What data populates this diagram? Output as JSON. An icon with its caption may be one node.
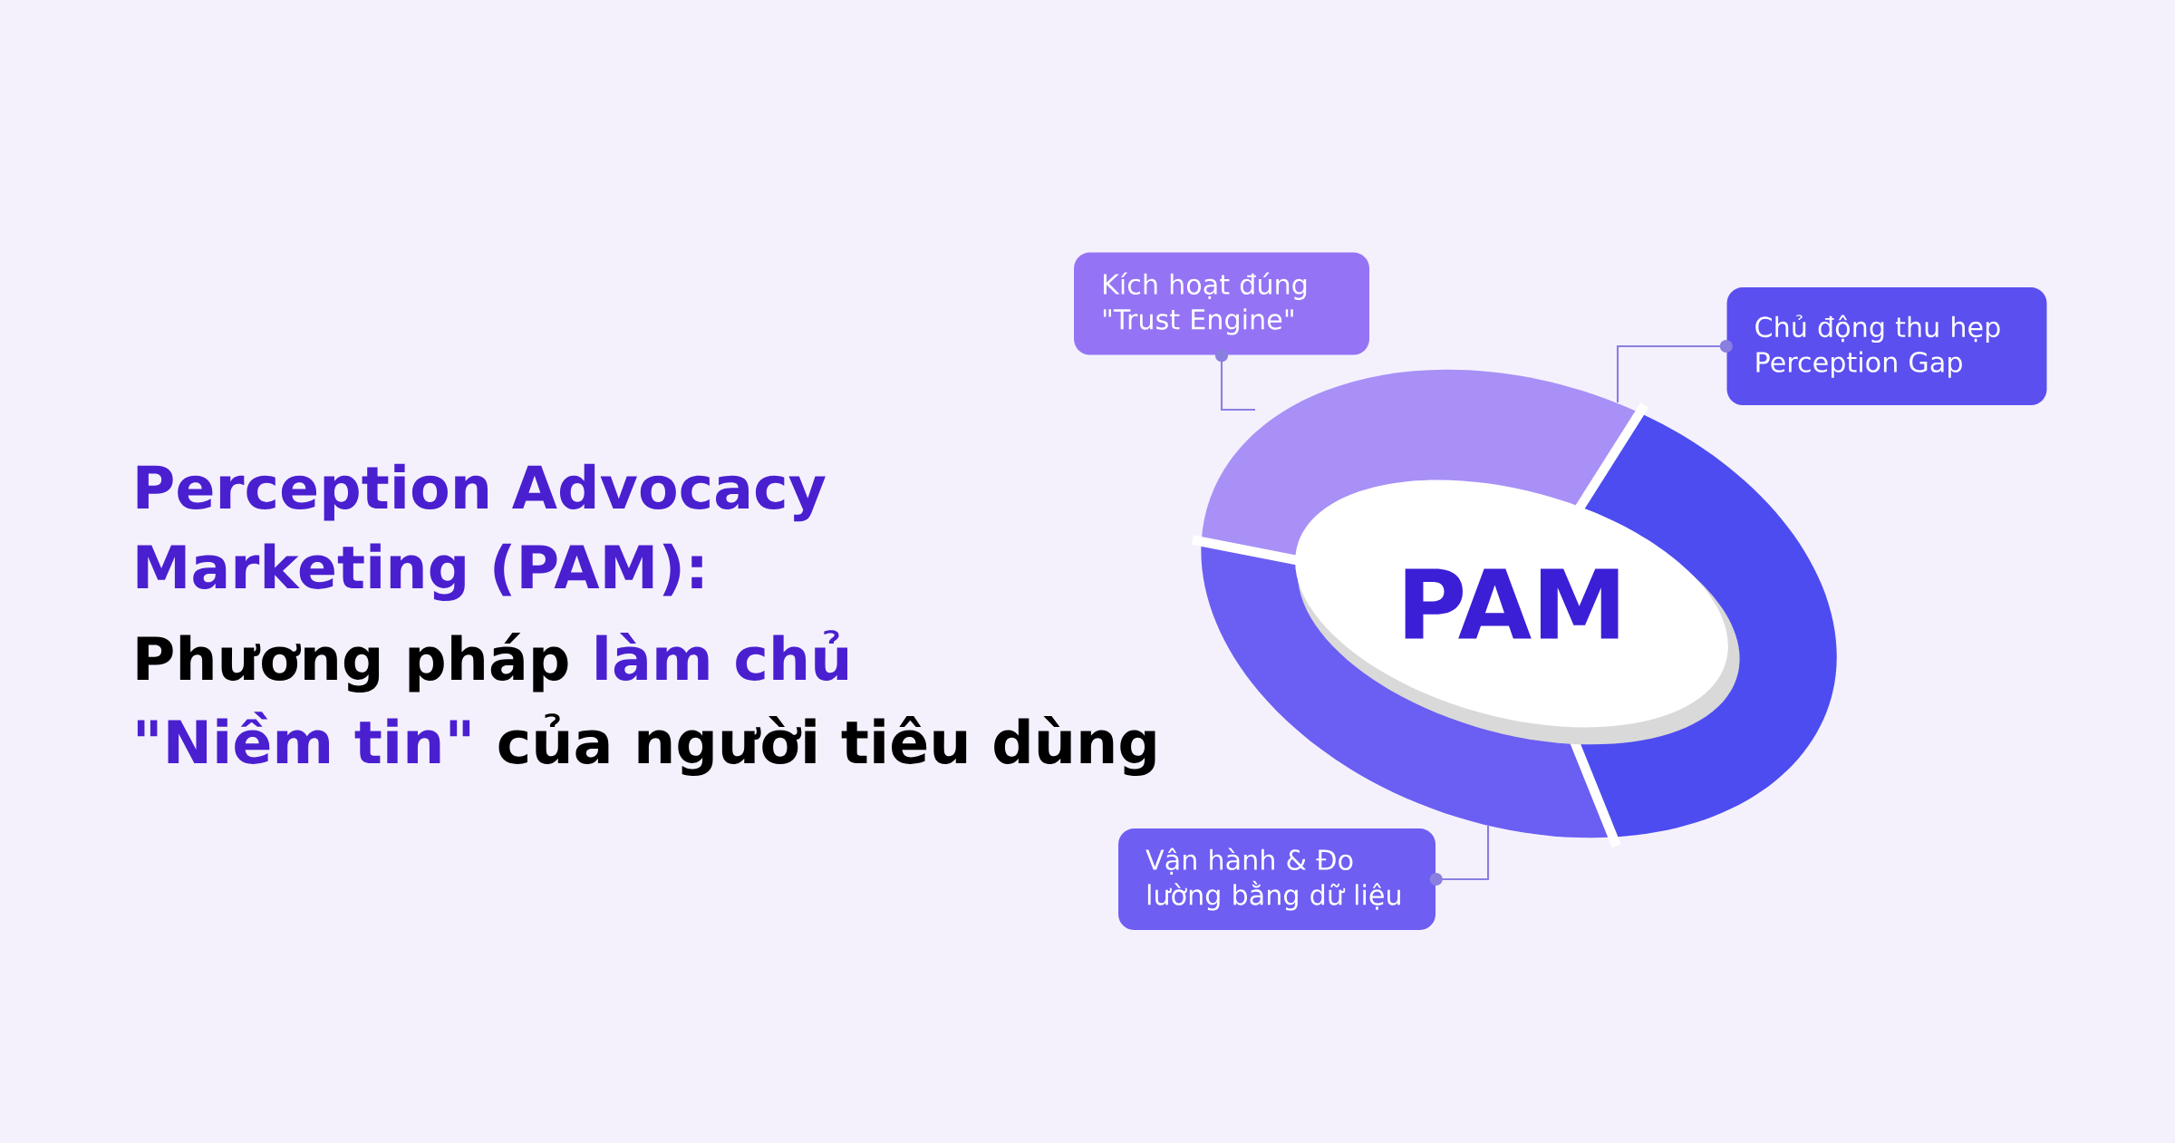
{
  "diagram": {
    "title": "Perception Advocacy Marketing (PAM):",
    "nodes": [
      {
        "text": [
          "PAM"
        ]
      },
      {
        "text": [
          "Kích hoạt đúng \"Trust Engine\""
        ]
      },
      {
        "text": [
          "Chủ động thu hẹp Perception Gap"
        ]
      },
      {
        "text": [
          "Vận hành & Đo lường bằng dữ liệu"
        ]
      }
    ],
    "edges": [
      {
        "from": 1,
        "to": 0,
        "arrow": "other"
      },
      {
        "from": 2,
        "to": 0,
        "arrow": "other"
      },
      {
        "from": 3,
        "to": 0,
        "arrow": "other"
      }
    ],
    "labels": [
      "Phương pháp",
      "làm chủ",
      "\"Niềm tin\"",
      "của người tiêu dùng"
    ]
  }
}
